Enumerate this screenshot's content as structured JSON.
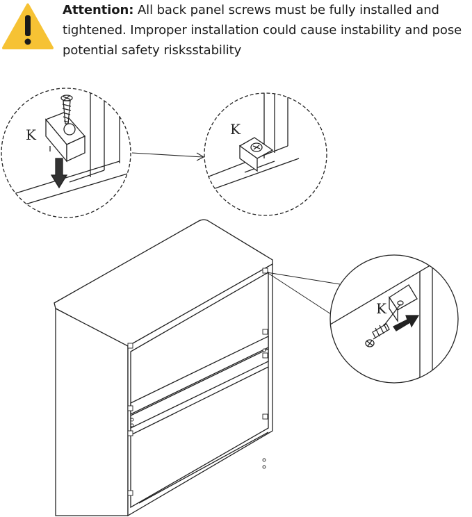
{
  "notice": {
    "heading": "Attention:",
    "body": "All back panel screws must be fully installed and tightened. Improper installation could cause instability and pose potential safety risksstability"
  },
  "labels": {
    "detail_a": "K",
    "detail_b": "K",
    "detail_c": "K"
  },
  "colors": {
    "warning_fill": "#f6c234",
    "warning_mark": "#1a1a1a",
    "line": "#222222"
  }
}
